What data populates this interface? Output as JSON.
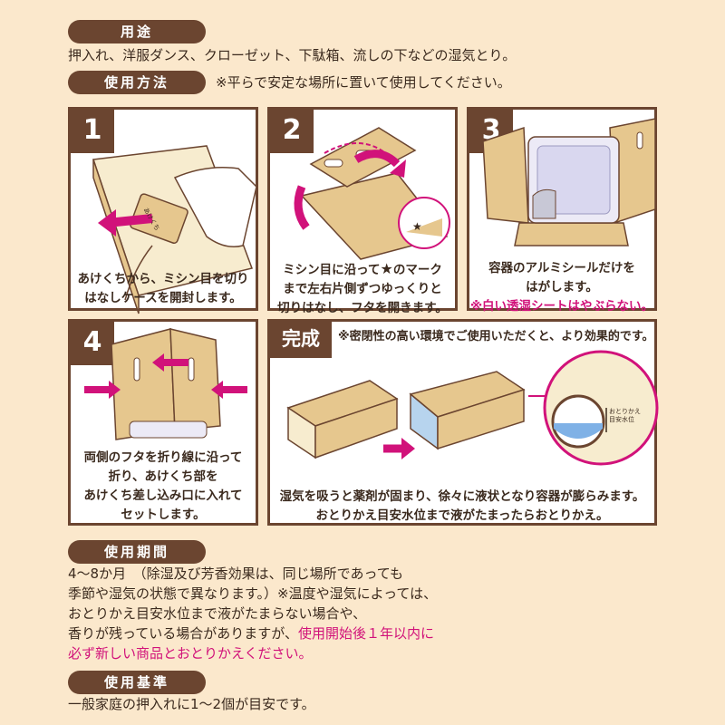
{
  "sections": {
    "use": {
      "heading": "用途",
      "text": "押入れ、洋服ダンス、クローゼット、下駄箱、流しの下などの湿気とり。"
    },
    "howto": {
      "heading": "使用方法",
      "note": "※平らで安定な場所に置いて使用してください。"
    },
    "period": {
      "heading": "使用期間",
      "lines": [
        "4～8か月　（除湿及び芳香効果は、同じ場所であっても",
        "季節や湿気の状態で異なります。）※温度や湿気によっては、",
        "おとりかえ目安水位まで液がたまらない場合や、"
      ],
      "line4_black": "香りが残っている場合がありますが、",
      "line4_pink": "使用開始後１年以内に",
      "line5_pink": "必ず新しい商品とおとりかえください。"
    },
    "standard": {
      "heading": "使用基準",
      "text": "一般家庭の押入れに1～2個が目安です。"
    }
  },
  "steps": [
    {
      "number": "1",
      "caption": [
        "あけくちから、ミシン目を切り",
        "はなしケースを開封します。"
      ],
      "tab_label": "あけくち"
    },
    {
      "number": "2",
      "caption_a": "ミシン目に沿って",
      "caption_b": "のマーク",
      "caption": [
        "まで左右片側ずつゆっくりと",
        "切りはなし、フタを開きます。"
      ]
    },
    {
      "number": "3",
      "caption": [
        "容器のアルミシールだけを",
        "はがします。"
      ],
      "warning": "※白い透湿シートはやぶらない。"
    },
    {
      "number": "4",
      "caption": [
        "両側のフタを折り線に沿って",
        "折り、あけくち部を",
        "あけくち差し込み口に入れて",
        "セットします。"
      ]
    }
  ],
  "complete": {
    "label": "完成",
    "note": "※密閉性の高い環境でご使用いただくと、より効果的です。",
    "gauge_label_1": "おとりかえ",
    "gauge_label_2": "目安水位",
    "caption": [
      "湿気を吸うと薬剤が固まり、徐々に液状となり容器が膨らみます。",
      "おとりかえ目安水位まで液がたまったらおとりかえ。"
    ]
  },
  "colors": {
    "brown": "#6b4530",
    "pink": "#d1127a",
    "background": "#fbe8cc",
    "box": "#e6c78e"
  }
}
